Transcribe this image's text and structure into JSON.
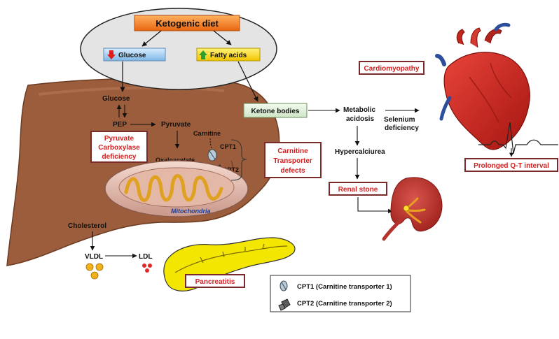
{
  "diet": {
    "title": "Ketogenic diet",
    "glucose": "Glucose",
    "fatty_acids": "Fatty acids"
  },
  "liver": {
    "glucose": "Glucose",
    "pep": "PEP",
    "pyruvate": "Pyruvate",
    "carnitine": "Carnitine",
    "cpt1": "CPT1",
    "cpt2": "CPT2",
    "oxaloacetate": "Oxaloacetate",
    "mitochondria": "Mitochondria",
    "cholesterol": "Cholesterol",
    "vldl": "VLDL",
    "ldl": "LDL"
  },
  "ketone_bodies": "Ketone bodies",
  "flow": {
    "metabolic_acidosis_1": "Metabolic",
    "metabolic_acidosis_2": "acidosis",
    "selenium_1": "Selenium",
    "selenium_2": "deficiency",
    "hypercalciurea": "Hypercalciurea"
  },
  "red_boxes": {
    "pyruvate_1": "Pyruvate",
    "pyruvate_2": "Carboxylase",
    "pyruvate_3": "deficiency",
    "carnitine_1": "Carnitine",
    "carnitine_2": "Transporter",
    "carnitine_3": "defects",
    "cardiomyopathy": "Cardiomyopathy",
    "renal_stone": "Renal stone",
    "pancreatitis": "Pancreatitis",
    "prolonged_qt": "Prolonged Q-T interval"
  },
  "legend": {
    "cpt1": "CPT1 (Carnitine transporter 1)",
    "cpt2": "CPT2 (Carnitine transporter 2)"
  },
  "colors": {
    "liver": "#9b5d3b",
    "diet_box": "#f47a20",
    "glucose_box": "#8ec3ec",
    "fatty_box": "#ffd400",
    "alert_text": "#d41f1f",
    "pancreas": "#f3e600",
    "heart": "#c8201c",
    "kidney": "#b32a26"
  }
}
